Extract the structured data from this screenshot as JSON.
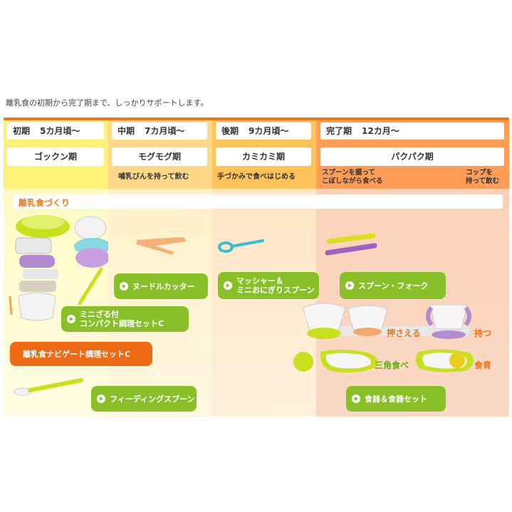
{
  "intro": "離乳食の初期から完了期まで、しっかりサポートします。",
  "stages": [
    {
      "period_label": "初期",
      "period_age": "5カ月頃〜",
      "name": "ゴックン期"
    },
    {
      "period_label": "中期",
      "period_age": "7カ月頃〜",
      "name": "モグモグ期",
      "note": "哺乳びんを持って飲む"
    },
    {
      "period_label": "後期",
      "period_age": "9カ月頃〜",
      "name": "カミカミ期",
      "note": "手づかみで食べはじめる"
    },
    {
      "period_label": "完了期",
      "period_age": "12カ月〜",
      "name": "パクパク期",
      "note_left": "スプーンを握って\nこぼしながら食べる",
      "note_right": "コップを\n持って飲む"
    }
  ],
  "section_title": "離乳食づくり",
  "products": {
    "noodle_cutter": "ヌードルカッター",
    "masher": "マッシャー＆\nミニおにぎりスプーン",
    "spoon_fork": "スプーン・フォーク",
    "mini_zaru": "ミニざる付\nコンパクト調理セットC",
    "navigate_set": "離乳食ナビゲート調理セットC",
    "feeding_spoon": "フィーディングスプーン",
    "tableware": "食器＆食器セット"
  },
  "labels": {
    "osaeru": "押さえる",
    "motsu": "持つ",
    "sankaku": "三角食べ",
    "shokuiku": "食育"
  },
  "colors": {
    "accent": "#ee6a14",
    "green": "#89c02a",
    "lime": "#c8e020",
    "purple": "#b48ad0"
  }
}
